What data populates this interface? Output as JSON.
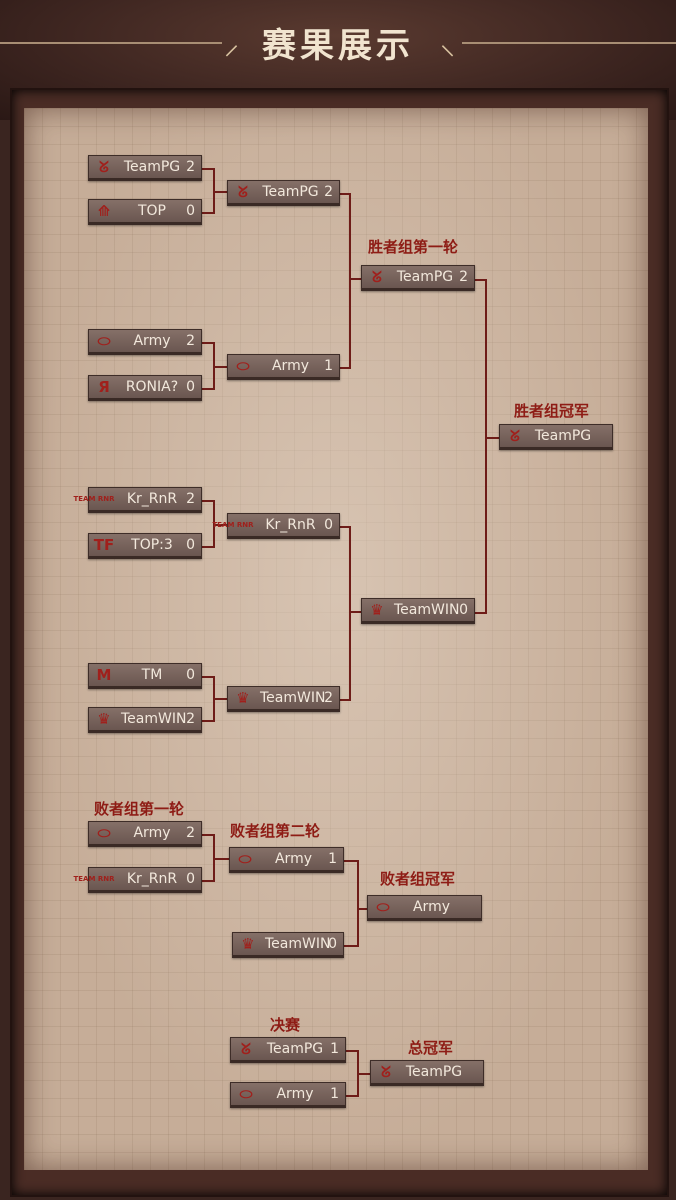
{
  "title": "赛果展示",
  "stages": {
    "winners_round1": "胜者组第一轮",
    "winners_champion": "胜者组冠军",
    "losers_round1": "败者组第一轮",
    "losers_round2": "败者组第二轮",
    "losers_champion": "败者组冠军",
    "final": "决赛",
    "grand_champion": "总冠军"
  },
  "logos": {
    "TeamPG": "ᘜ",
    "TOP": "⟰",
    "Army": "⬭",
    "RONIA": "Я",
    "Kr_RnR": "TEAM RNR",
    "TOP3": "TF",
    "TM": "M",
    "TeamWIN": "♛"
  },
  "matches": [
    {
      "team": "TeamPG",
      "score": "2",
      "logo": "ᘜ"
    },
    {
      "team": "TOP",
      "score": "0",
      "logo": "⟰"
    },
    {
      "team": "TeamPG",
      "score": "2",
      "logo": "ᘜ"
    },
    {
      "team": "Army",
      "score": "2",
      "logo": "⬭"
    },
    {
      "team": "RONIA?",
      "score": "0",
      "logo": "Я"
    },
    {
      "team": "Army",
      "score": "1",
      "logo": "⬭"
    },
    {
      "team": "TeamPG",
      "score": "2",
      "logo": "ᘜ"
    },
    {
      "team": "TeamPG",
      "score": "",
      "logo": "ᘜ"
    },
    {
      "team": "Kr_RnR",
      "score": "2",
      "logo": "TEAM RNR"
    },
    {
      "team": "TOP:3",
      "score": "0",
      "logo": "TF"
    },
    {
      "team": "Kr_RnR",
      "score": "0",
      "logo": "TEAM RNR"
    },
    {
      "team": "TM",
      "score": "0",
      "logo": "M"
    },
    {
      "team": "TeamWIN",
      "score": "2",
      "logo": "♛"
    },
    {
      "team": "TeamWIN",
      "score": "2",
      "logo": "♛"
    },
    {
      "team": "TeamWIN",
      "score": "0",
      "logo": "♛"
    },
    {
      "team": "Army",
      "score": "2",
      "logo": "⬭"
    },
    {
      "team": "Kr_RnR",
      "score": "0",
      "logo": "TEAM RNR"
    },
    {
      "team": "Army",
      "score": "1",
      "logo": "⬭"
    },
    {
      "team": "TeamWIN",
      "score": "0",
      "logo": "♛"
    },
    {
      "team": "Army",
      "score": "",
      "logo": "⬭"
    },
    {
      "team": "TeamPG",
      "score": "1",
      "logo": "ᘜ"
    },
    {
      "team": "Army",
      "score": "1",
      "logo": "⬭"
    },
    {
      "team": "TeamPG",
      "score": "",
      "logo": "ᘜ"
    }
  ]
}
